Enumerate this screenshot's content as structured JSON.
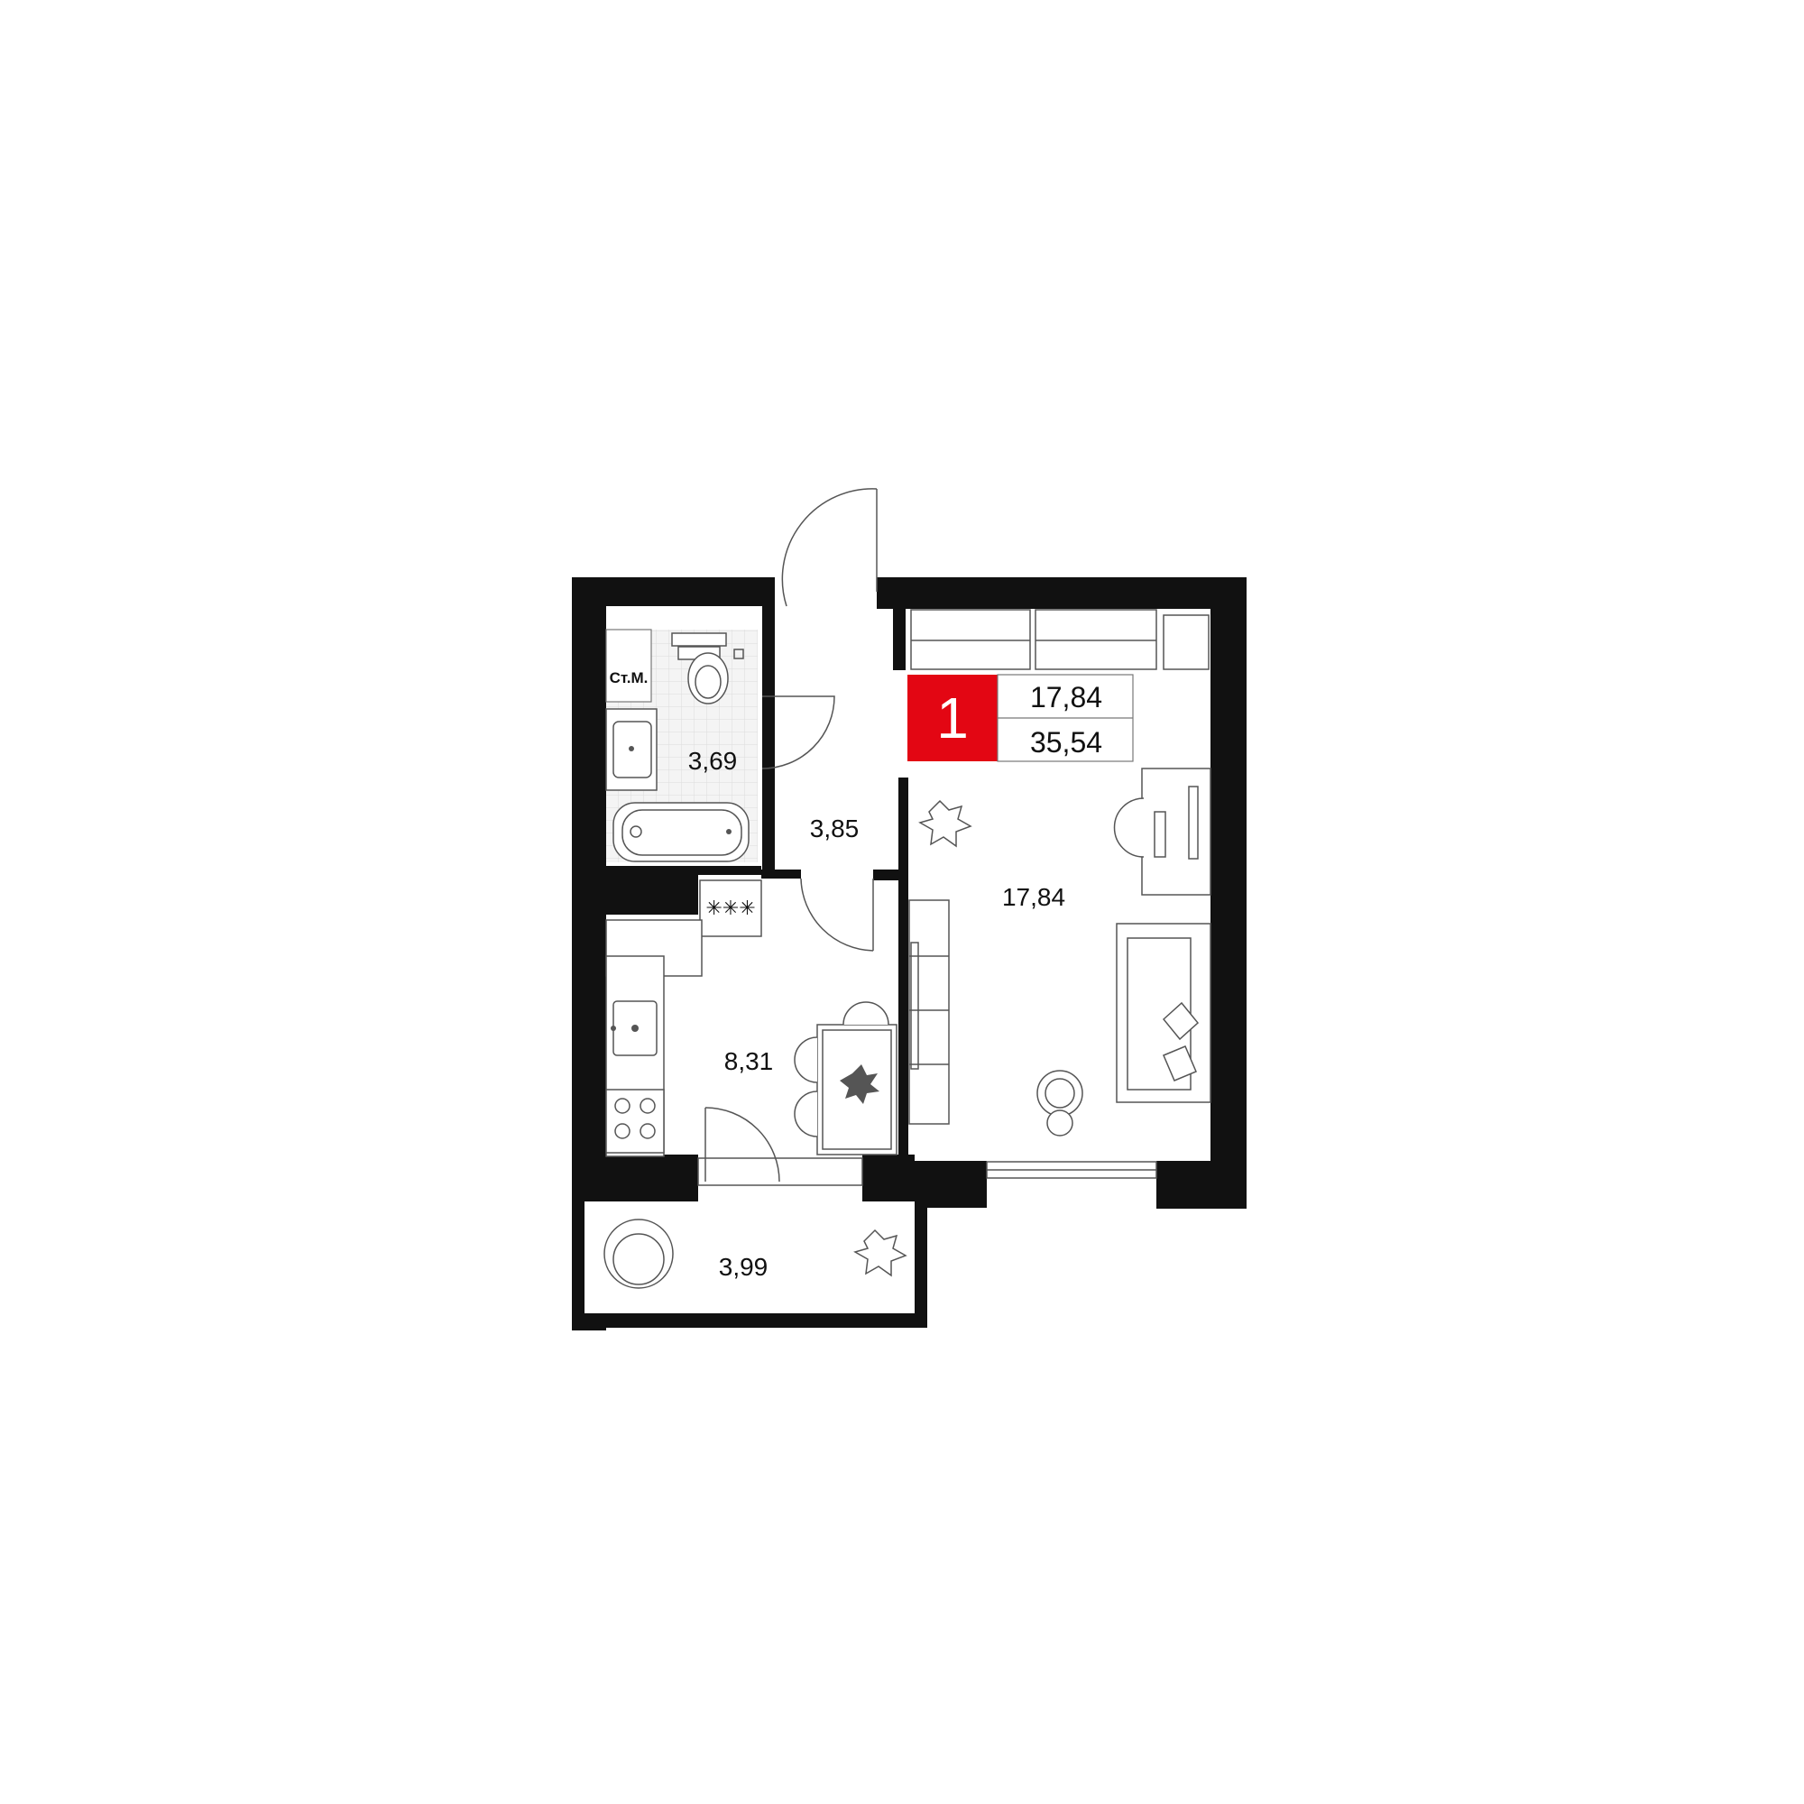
{
  "apartment": {
    "rooms_count": "1",
    "living_area": "17,84",
    "total_area": "35,54",
    "badge_color": "#e30613"
  },
  "rooms": {
    "bathroom": {
      "area": "3,69",
      "toilet_label": "Ст.М."
    },
    "hallway": {
      "area": "3,85"
    },
    "kitchen": {
      "area": "8,31",
      "hood_label": "✳✳✳"
    },
    "living_room": {
      "area": "17,84"
    },
    "balcony": {
      "area": "3,99"
    }
  },
  "colors": {
    "wall": "#111111",
    "bathroom_floor": "#e9e9e9",
    "furniture_fill": "#f7f7f7",
    "line": "#555555"
  }
}
